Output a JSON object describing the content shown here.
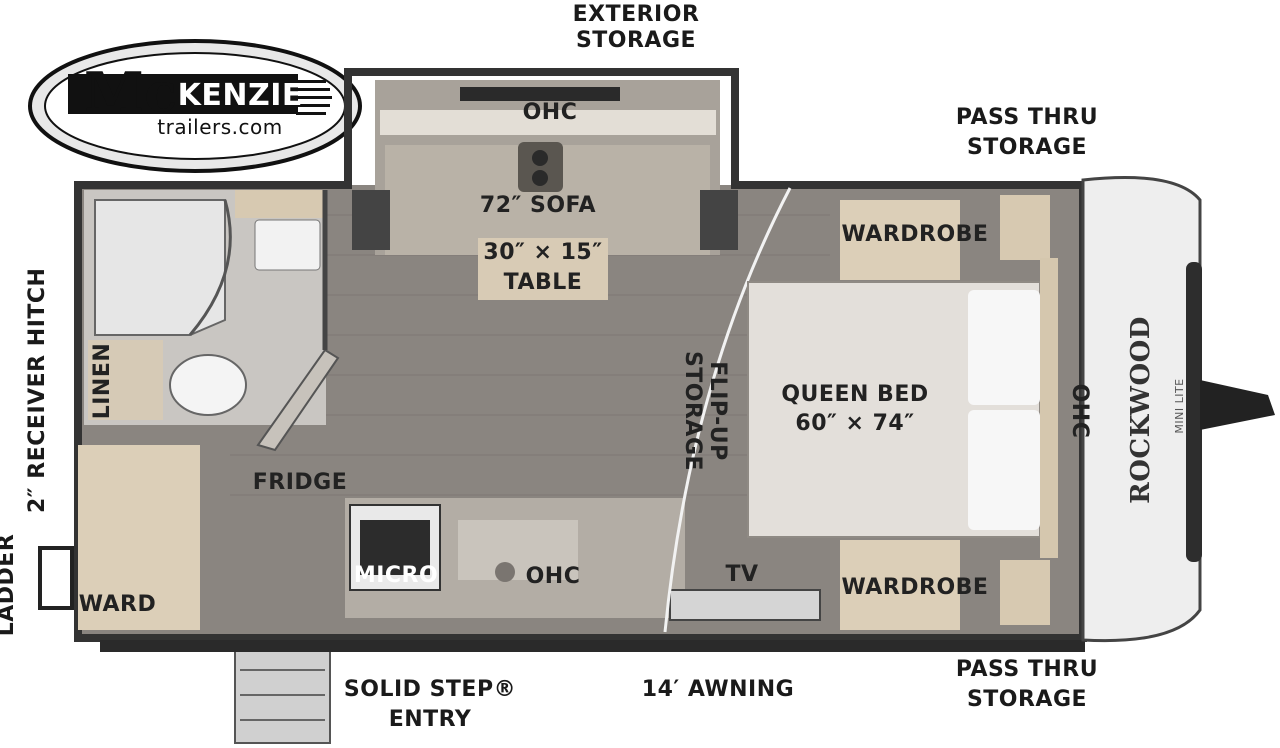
{
  "dealer_logo": {
    "brand_mc": "Mc",
    "brand_rest": "KENZIE",
    "website": "trailers.com"
  },
  "front_cap_brand": {
    "name": "ROCKWOOD",
    "model": "MINI LITE"
  },
  "labels": {
    "exterior_storage": [
      "EXTERIOR",
      "STORAGE"
    ],
    "pass_thru_storage_top": [
      "PASS THRU",
      "STORAGE"
    ],
    "pass_thru_storage_bottom": [
      "PASS THRU",
      "STORAGE"
    ],
    "ohc_sofa": "OHC",
    "sofa": "72″ SOFA",
    "table": [
      "30″ × 15″",
      "TABLE"
    ],
    "wardrobe_top": "WARDROBE",
    "wardrobe_bottom": "WARDROBE",
    "bed": [
      "QUEEN BED",
      "60″ × 74″"
    ],
    "ohc_front": "OHC",
    "flip_up_storage": [
      "FLIP-UP",
      "STORAGE"
    ],
    "fridge": "FRIDGE",
    "micro": "MICRO",
    "ohc_kitchen": "OHC",
    "tv": "TV",
    "linen": "LINEN",
    "ward": "WARD",
    "receiver_hitch": "2″ RECEIVER HITCH",
    "ladder": "LADDER",
    "step_entry": [
      "SOLID STEP® ",
      "ENTRY"
    ],
    "awning": "14′ AWNING"
  }
}
